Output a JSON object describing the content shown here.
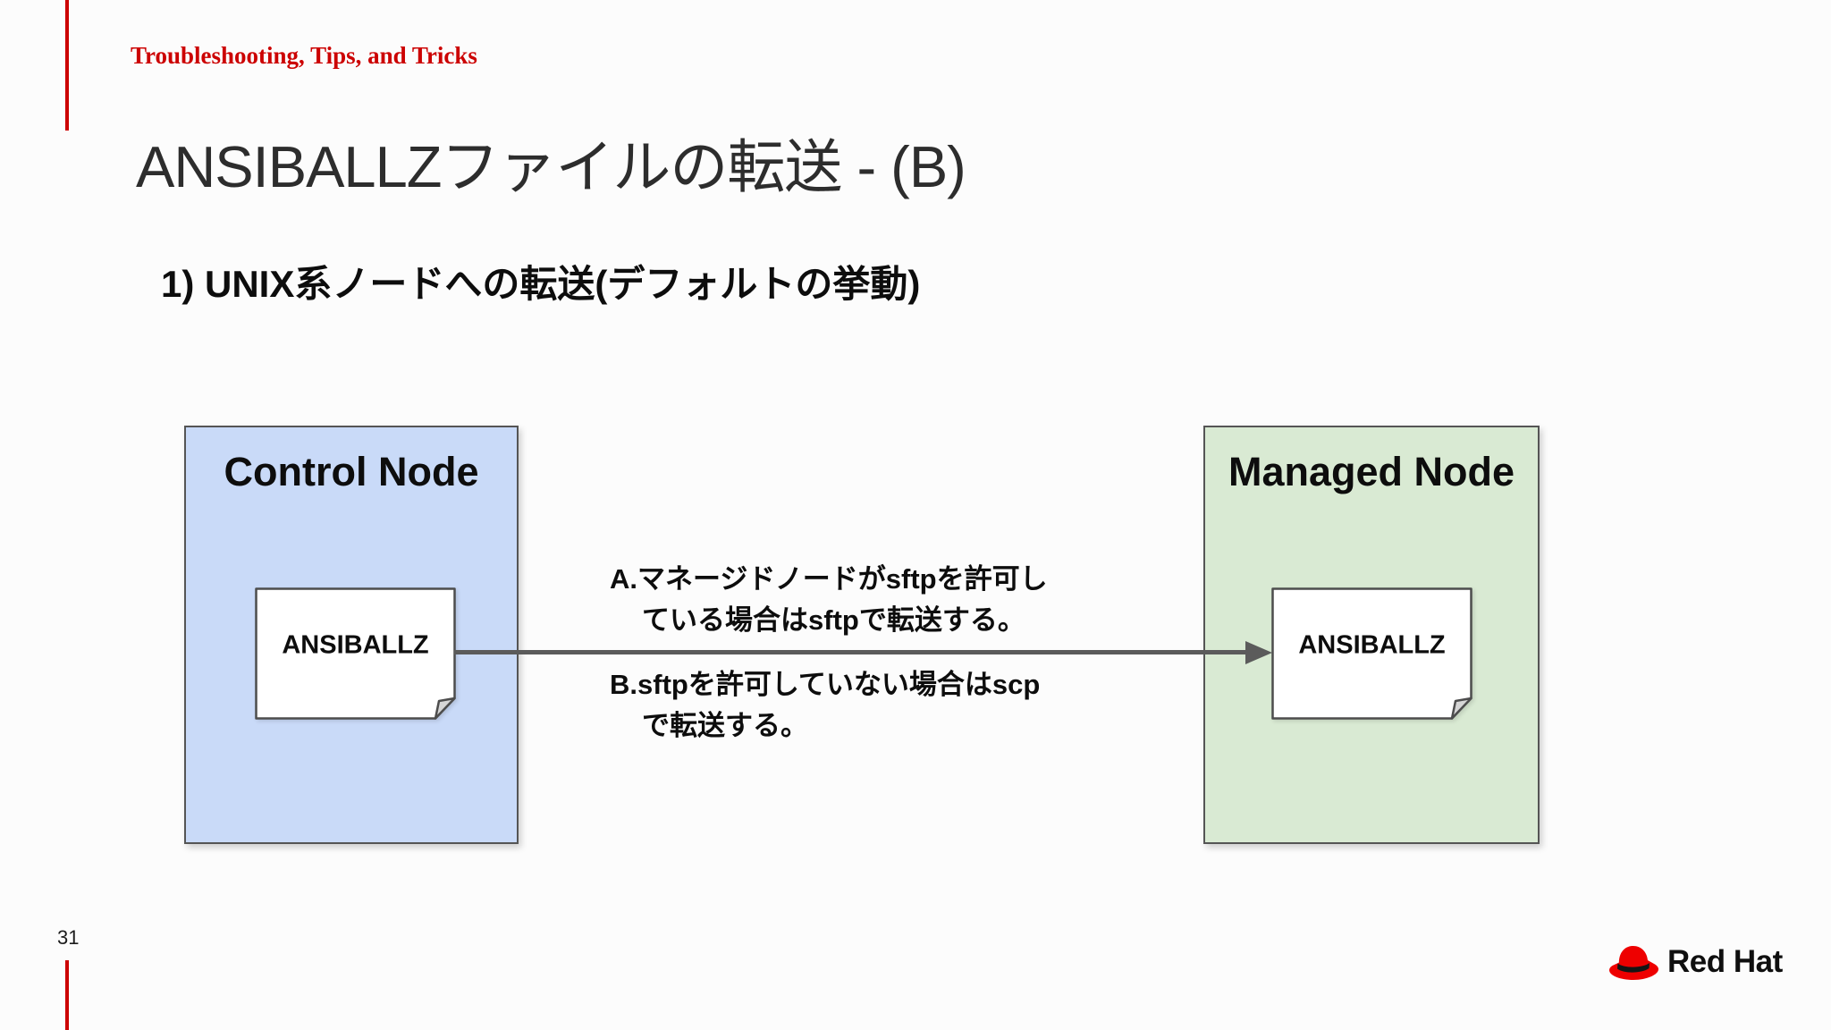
{
  "slide": {
    "eyebrow": "Troubleshooting, Tips, and Tricks",
    "title": "ANSIBALLZファイルの転送 - (B)",
    "subtitle": "1) UNIX系ノードへの転送(デフォルトの挙動)",
    "page_number": "31"
  },
  "diagram": {
    "control_node": {
      "label": "Control Node",
      "file_label": "ANSIBALLZ"
    },
    "managed_node": {
      "label": "Managed Node",
      "file_label": "ANSIBALLZ"
    },
    "notes": {
      "a_line1": "A.マネージドノードがsftpを許可し",
      "a_line2": "ている場合はsftpで転送する。",
      "b_line1": "B.sftpを許可していない場合はscp",
      "b_line2": "で転送する。"
    }
  },
  "footer": {
    "logo_text": "Red Hat"
  },
  "colors": {
    "accent_red": "#cc0000",
    "control_node_fill": "#c9daf8",
    "managed_node_fill": "#d9ead3",
    "arrow": "#5b5b5b"
  }
}
